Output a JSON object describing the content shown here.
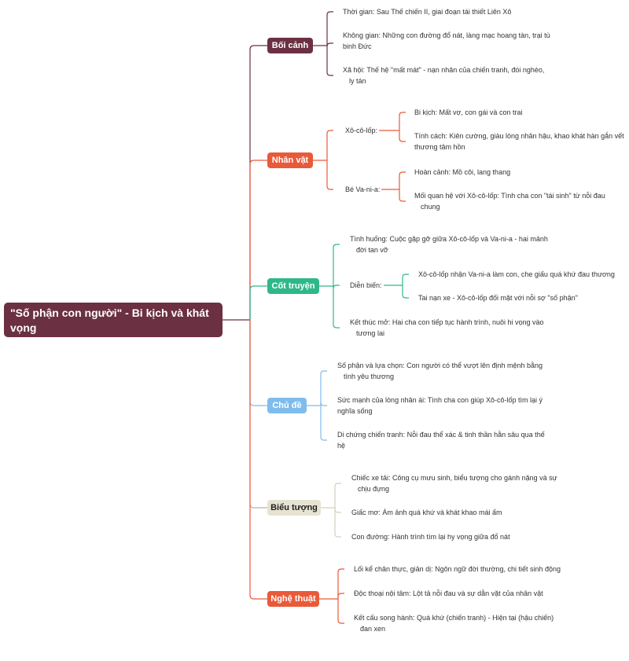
{
  "root": {
    "title_line1": "\"Số phận con người\" - Bi kịch và khát vọng",
    "title_line2": "hồi sinh của con người hậu chiến"
  },
  "colors": {
    "root": "#6b3042",
    "boi_canh": "#6b3042",
    "nhan_vat": "#e85a3a",
    "cot_truyen": "#2eb88a",
    "chu_de": "#7fbcee",
    "bieu_tuong": "#e6e3d3",
    "nghe_thuat": "#e85a3a"
  },
  "branches": {
    "boi_canh": {
      "label": "Bối cảnh",
      "items": [
        [
          "Thời gian: Sau Thế chiến II, giai đoạn tái thiết Liên Xô",
          ""
        ],
        [
          "Không gian: Những con đường đổ nát, làng mạc hoang tàn, trại tù",
          "binh Đức"
        ],
        [
          "Xã hội: Thế hệ \"mất mát\" - nạn nhân của chiến tranh, đói nghèo,",
          "ly tán"
        ]
      ]
    },
    "nhan_vat": {
      "label": "Nhân vật",
      "sub1": {
        "label": "Xô-cô-lốp:",
        "items": [
          [
            "Bi kịch: Mất vợ, con gái và con trai",
            ""
          ],
          [
            "Tính cách: Kiên cường, giàu lòng nhân hậu, khao khát hàn gắn vết",
            "thương tâm hồn"
          ]
        ]
      },
      "sub2": {
        "label": "Bé Va-ni-a:",
        "items": [
          [
            "Hoàn cảnh: Mồ côi, lang thang",
            ""
          ],
          [
            "Mối quan hệ với Xô-cô-lốp: Tình cha con \"tái sinh\" từ nỗi đau",
            "chung"
          ]
        ]
      }
    },
    "cot_truyen": {
      "label": "Cốt truyện",
      "item1": [
        "Tình huống: Cuộc gặp gỡ giữa Xô-cô-lốp và Va-ni-a - hai mảnh",
        "đời tan vỡ"
      ],
      "sub": {
        "label": "Diễn biến:",
        "items": [
          "Xô-cô-lốp nhận Va-ni-a làm con, che giấu quá khứ đau thương",
          "Tai nạn xe - Xô-cô-lốp đối mặt với nỗi sợ \"số phận\""
        ]
      },
      "item3": [
        "Kết thúc mở: Hai cha con tiếp tục hành trình, nuôi hi vọng vào",
        "tương lai"
      ]
    },
    "chu_de": {
      "label": "Chủ đề",
      "items": [
        [
          "Số phận và lựa chọn: Con người có thể vượt lên định mệnh bằng",
          "tình yêu thương"
        ],
        [
          "Sức mạnh của lòng nhân ái: Tình cha con giúp Xô-cô-lốp tìm lại ý",
          "nghĩa sống"
        ],
        [
          "Di chứng chiến tranh: Nỗi đau thể xác & tinh thần hằn sâu qua thế",
          "hệ"
        ]
      ]
    },
    "bieu_tuong": {
      "label": "Biểu tượng",
      "items": [
        [
          "Chiếc xe tải: Công cụ mưu sinh, biểu tượng cho gánh nặng và sự",
          "chịu đựng"
        ],
        [
          "Giấc mơ: Ám ảnh quá khứ và khát khao mái ấm",
          ""
        ],
        [
          "Con đường: Hành trình tìm lại hy vọng giữa đổ nát",
          ""
        ]
      ]
    },
    "nghe_thuat": {
      "label": "Nghệ thuật",
      "items": [
        [
          "Lối kể chân thực, giản dị: Ngôn ngữ đời thường, chi tiết sinh động",
          ""
        ],
        [
          "Độc thoại nội tâm: Lột tả nỗi đau và sự dằn vặt của nhân vật",
          ""
        ],
        [
          "Kết cấu song hành: Quá khứ (chiến tranh) - Hiện tại (hậu chiến)",
          "đan xen"
        ]
      ]
    }
  }
}
